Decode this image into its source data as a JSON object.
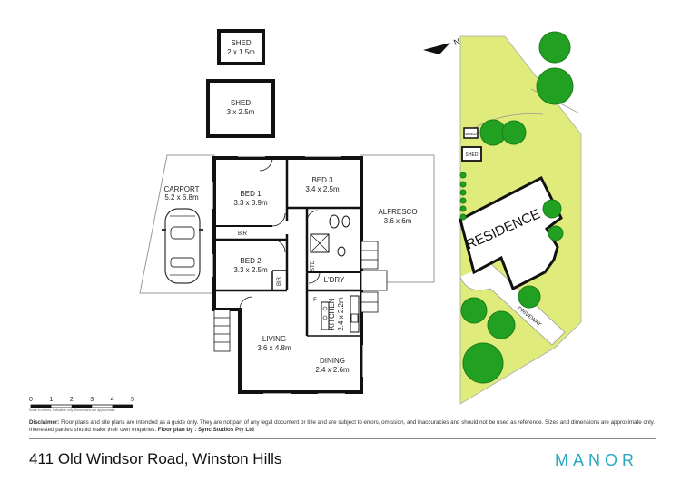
{
  "rooms": {
    "shed1": {
      "name": "SHED",
      "size": "2 x 1.5m"
    },
    "shed2": {
      "name": "SHED",
      "size": "3 x 2.5m"
    },
    "carport": {
      "name": "CARPORT",
      "size": "5.2 x 6.8m"
    },
    "bed1": {
      "name": "BED 1",
      "size": "3.3 x 3.9m"
    },
    "bed3": {
      "name": "BED 3",
      "size": "3.4 x 2.5m"
    },
    "alfresco": {
      "name": "ALFRESCO",
      "size": "3.6 x 6m"
    },
    "bed2": {
      "name": "BED 2",
      "size": "3.3 x 2.5m"
    },
    "living": {
      "name": "LIVING",
      "size": "3.6 x 4.8m"
    },
    "dining": {
      "name": "DINING",
      "size": "2.4 x 2.6m"
    },
    "kitchen": {
      "name": "KITCHEN",
      "size": "2.4 x 2.2m"
    },
    "laundry": {
      "name": "L'DRY"
    },
    "bir1": "BIR",
    "bir2": "BIR",
    "std": "STD",
    "fridge": "F"
  },
  "site": {
    "residence": "RESIDENCE",
    "driveway": "DRIVEWAY",
    "shed_a": "SHED",
    "shed_b": "SHED",
    "north": "N"
  },
  "scale": {
    "ticks": [
      "0",
      "1",
      "2",
      "3",
      "4",
      "5"
    ],
    "note": "Scale in metres. Indicative only. Dimensions are approximate."
  },
  "disclaimer": {
    "label": "Disclaimer:",
    "text": "Floor plans and site plans are intended as a guide only. They are not part of any legal document or title and are subject to errors, omission, and inaccuracies and should not be used as reference. Sizes and dimensions are approximate only. Interested parties should make their own enquiries.",
    "credit": "Floor plan by : Sync Studios Pty Ltd"
  },
  "footer": {
    "address": "411 Old Windsor Road, Winston Hills",
    "brand": "MANOR"
  },
  "colors": {
    "lawn": "#dfeb7a",
    "tree": "#22a022",
    "tree_dark": "#1a7f1a",
    "wall": "#111111",
    "outline": "#888888",
    "brand": "#2aa8c1"
  }
}
